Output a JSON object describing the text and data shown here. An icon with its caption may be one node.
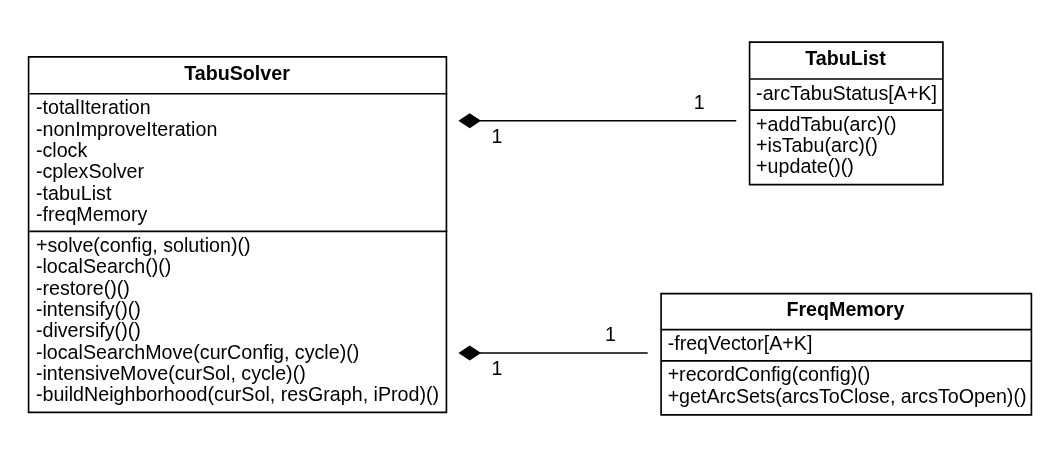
{
  "diagram": {
    "nodes": [
      {
        "text": [
          "TabuSolver",
          "-totalIteration",
          "-nonImproveIteration",
          "-clock",
          "-cplexSolver",
          "-tabuList",
          "-freqMemory",
          "+solve(config, solution)()",
          "-localSearch()()",
          "-restore()()",
          "-intensify()()",
          "-diversify()()",
          "-localSearchMove(curConfig, cycle)()",
          "-intensiveMove(curSol, cycle)()",
          "-buildNeighborhood(curSol, resGraph, iProd)()"
        ]
      },
      {
        "text": [
          "TabuList",
          "-arcTabuStatus[A+K]",
          "+addTabu(arc)()",
          "+isTabu(arc)()",
          "+update()()"
        ]
      },
      {
        "text": [
          "FreqMemory",
          "-freqVector[A+K]",
          "+recordConfig(config)()",
          "+getArcSets(arcsToClose, arcsToOpen)()"
        ]
      }
    ],
    "edges": [
      {
        "from": 0,
        "to": 1,
        "arrow": "other"
      },
      {
        "from": 0,
        "to": 2,
        "arrow": "other"
      }
    ],
    "labels": [
      "1",
      "1",
      "1",
      "1"
    ]
  }
}
